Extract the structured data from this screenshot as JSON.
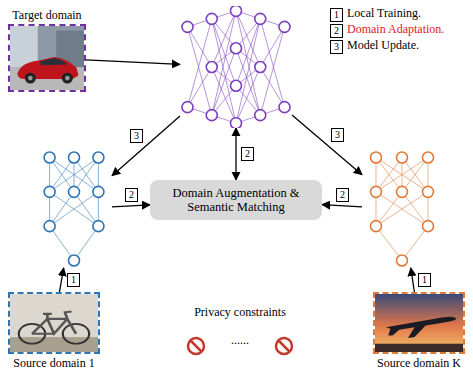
{
  "diagram": {
    "nodes": [
      {
        "text": [
          "Target domain"
        ]
      },
      {
        "text": []
      },
      {
        "text": []
      },
      {
        "text": [
          "Domain Augmentation & Semantic Matching"
        ]
      },
      {
        "text": []
      },
      {
        "text": [
          "Source domain 1"
        ]
      },
      {
        "text": [
          "Source domain K"
        ]
      }
    ],
    "edges": [
      {
        "from": 0,
        "to": 1,
        "arrow": "to"
      },
      {
        "from": 1,
        "to": 2,
        "label": "3",
        "arrow": "to"
      },
      {
        "from": 1,
        "to": 4,
        "label": "3",
        "arrow": "to"
      },
      {
        "from": 1,
        "to": 3,
        "label": "2",
        "arrow": "both"
      },
      {
        "from": 2,
        "to": 3,
        "label": "2",
        "arrow": "to"
      },
      {
        "from": 4,
        "to": 3,
        "label": "2",
        "arrow": "to"
      },
      {
        "from": 5,
        "to": 2,
        "label": "1",
        "arrow": "to"
      },
      {
        "from": 6,
        "to": 4,
        "label": "1",
        "arrow": "to"
      }
    ],
    "labels": [
      "1",
      "Local Training.",
      "2",
      "Domain Adaptation.",
      "3",
      "Model Update.",
      "Privacy constraints",
      "......"
    ]
  }
}
